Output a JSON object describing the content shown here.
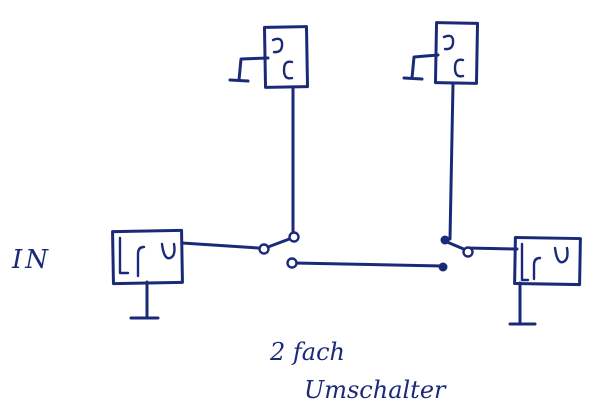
{
  "labels": {
    "input": "IN",
    "caption_line1": "2 fach",
    "caption_line2": "Umschalter"
  },
  "colors": {
    "ink": "#1b2a78",
    "paper": "#ffffff"
  }
}
